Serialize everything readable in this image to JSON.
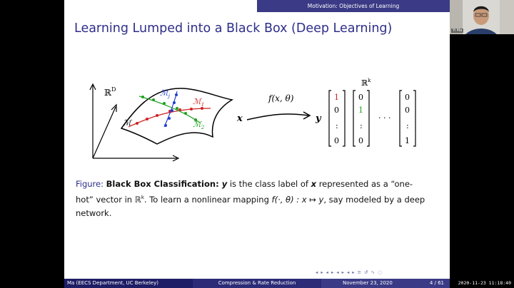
{
  "header": {
    "section": "Motivation: Objectives of Learning"
  },
  "slide": {
    "title": "Learning Lumped into a Black Box (Deep Learning)",
    "figure": {
      "space_label": "ℝ",
      "space_sup": "D",
      "manifold": "ℳ",
      "m1": "ℳ",
      "m1_sub": "1",
      "m2": "ℳ",
      "m2_sub": "2",
      "mj": "ℳ",
      "mj_sub": "j",
      "x": "x",
      "map": "f(x, θ)",
      "y": "y",
      "rk": "ℝ",
      "rk_sup": "k",
      "dots": "· · ·",
      "vec1": [
        "1",
        "0",
        ":",
        "0"
      ],
      "vec2": [
        "0",
        "1",
        ":",
        "0"
      ],
      "vec3": [
        "0",
        "0",
        ":",
        "1"
      ]
    },
    "caption": {
      "figure_word": "Figure:",
      "bold": "Black Box Classification:",
      "p1": " y",
      "p2": " is the class label of ",
      "p3": "x",
      "p4": " represented as a “one-hot” vector in ℝ",
      "p4_sup": "k",
      "p5": ". To learn a nonlinear mapping ",
      "p6": "f(·, θ) : x ↦ y",
      "p7": ", say modeled by a deep network."
    }
  },
  "footer": {
    "author": "Ma  (EECS Department, UC Berkeley)",
    "talk": "Compression & Rate Reduction",
    "date": "November 23, 2020",
    "page": "4 / 61"
  },
  "nav_symbols": "◂ ▸ ◂ ▸ ◂ ▸ ◂ ▸  ≡  ↺ ∿ ◌",
  "webcam_name": "Yi Ma",
  "clock": "2020-11-23 11:18:40",
  "colors": {
    "title": "#2e2e8a",
    "bar_dark": "#1e1e66",
    "bar_mid": "#2b2b78",
    "bar_light": "#3a3a86",
    "red": "#d02020",
    "green": "#20a020",
    "blue": "#2040d0"
  }
}
